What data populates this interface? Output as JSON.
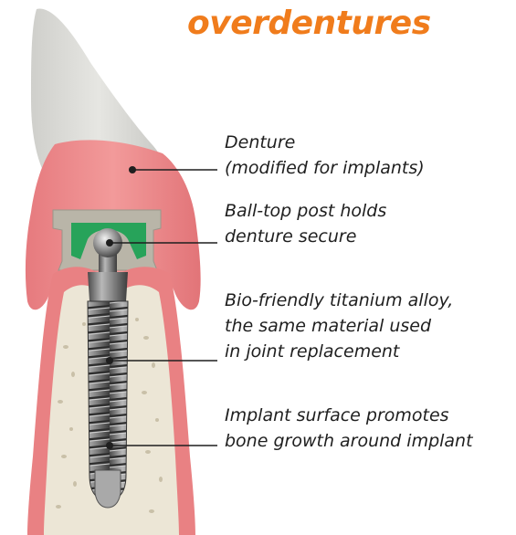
{
  "title": "overdentures",
  "labels": [
    {
      "lines": [
        "Denture",
        "(modified for implants)"
      ]
    },
    {
      "lines": [
        "Ball-top post holds",
        "denture secure"
      ]
    },
    {
      "lines": [
        "Bio-friendly titanium alloy,",
        "the same material used",
        "in joint replacement"
      ]
    },
    {
      "lines": [
        "Implant surface promotes",
        "bone growth around implant"
      ]
    }
  ],
  "colors": {
    "title": "#f07c1c",
    "gum": "#ec8a8c",
    "tooth": "#dcdcd8",
    "bone": "#ede8da",
    "attachment": "#27a35a",
    "metal": "#8f8f8f"
  }
}
